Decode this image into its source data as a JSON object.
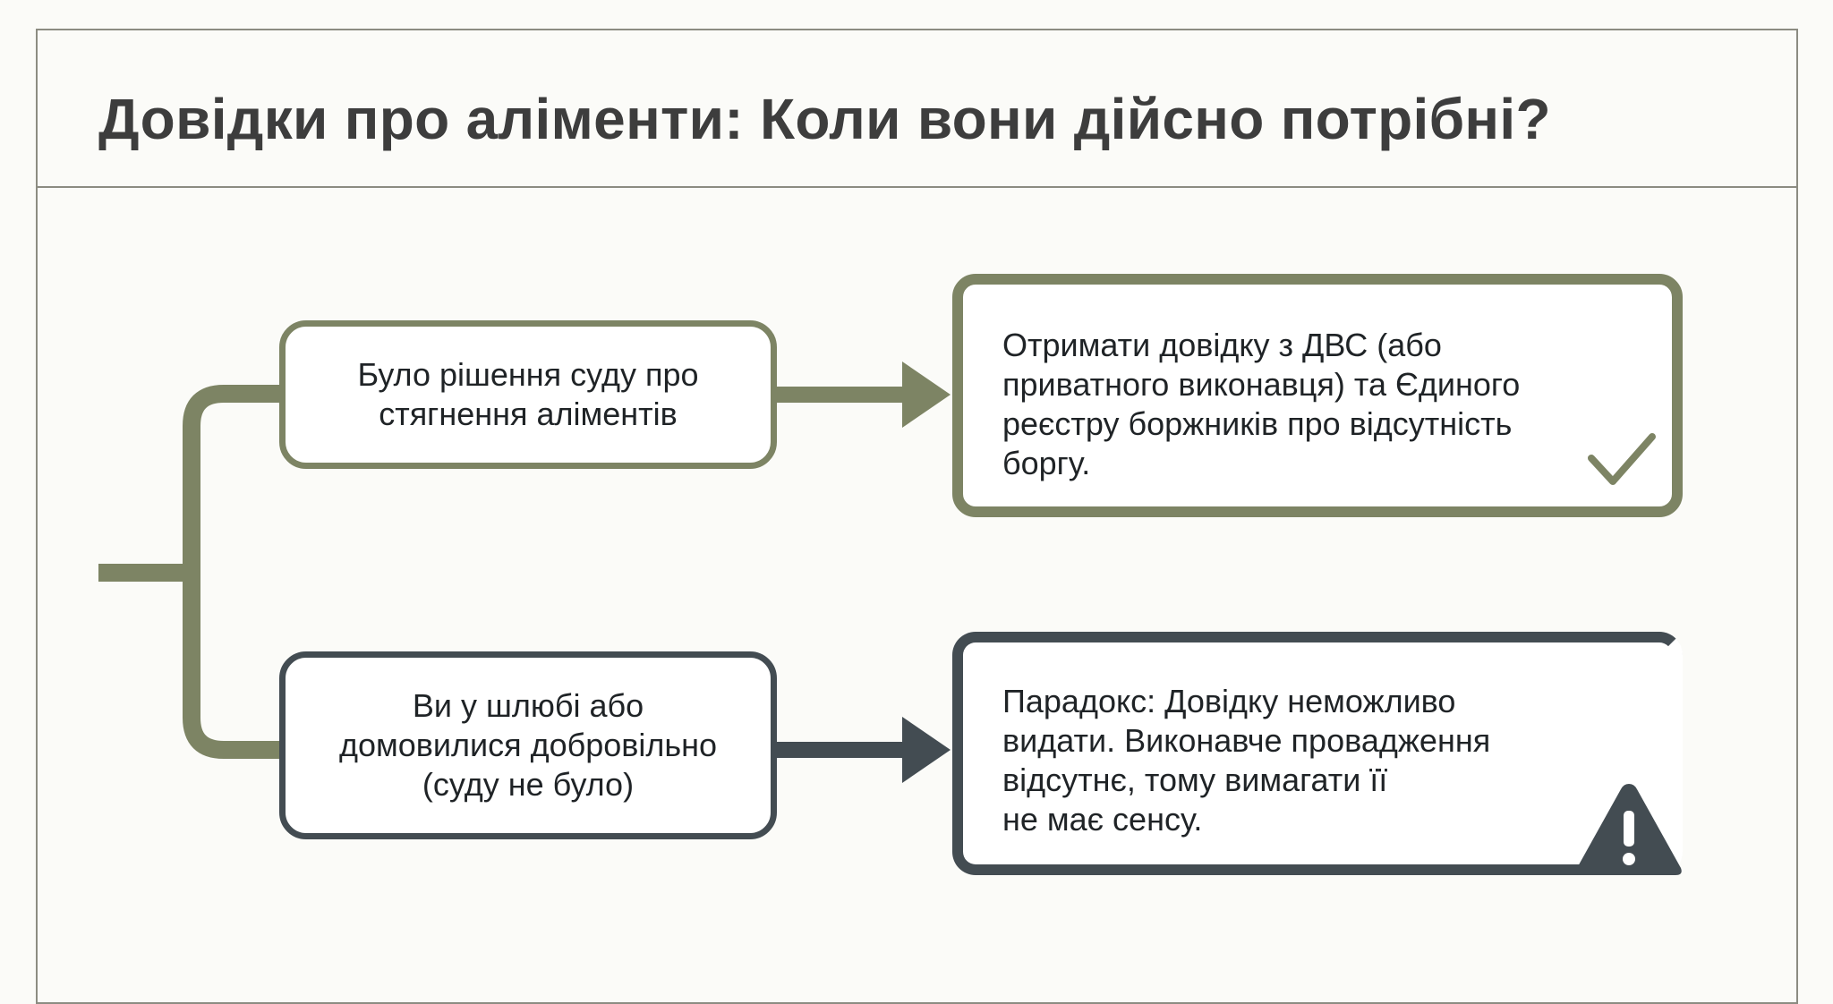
{
  "header": {
    "title": "Довідки про аліменти: Коли вони дійсно потрібні?"
  },
  "flow": {
    "branch_court": {
      "condition_lines": [
        "Було рішення суду про",
        "стягнення аліментів"
      ],
      "outcome_lines": [
        "Отримати довідку з ДВС (або",
        "приватного виконавця) та Єдиного",
        "реєстру боржників про відсутність",
        "боргу."
      ],
      "outcome_icon": "checkmark-icon"
    },
    "branch_no_court": {
      "condition_lines": [
        "Ви у шлюбі або",
        "домовилися добровільно",
        "(суду не було)"
      ],
      "outcome_lines": [
        "Парадокс: Довідку неможливо",
        "видати. Виконавче провадження",
        "відсутнє, тому вимагати її",
        "не має сенсу."
      ],
      "outcome_icon": "warning-triangle-icon"
    }
  },
  "colors": {
    "olive": "#7d8464",
    "slate": "#434c52",
    "text": "#1f2326",
    "title": "#3d3d3d",
    "frame": "#8c8c82"
  }
}
